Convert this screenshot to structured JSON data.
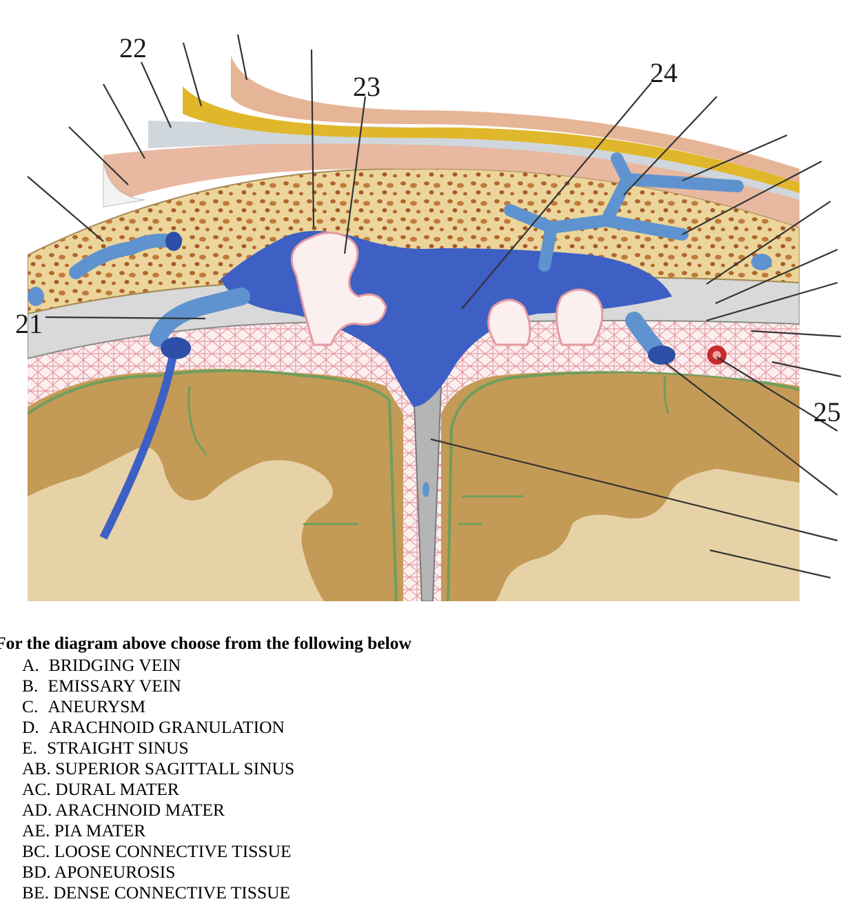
{
  "diagram": {
    "callouts": [
      {
        "id": "21",
        "text": "21"
      },
      {
        "id": "22",
        "text": "22"
      },
      {
        "id": "23",
        "text": "23"
      },
      {
        "id": "24",
        "text": "24"
      },
      {
        "id": "25",
        "text": "25"
      }
    ],
    "colors": {
      "scalp_skin": "#e8b8a0",
      "aponeurosis_yellow": "#e0b72a",
      "bone": "#ecd59a",
      "bone_marrow_spots": "#b0662e",
      "venous_blue": "#3e5fc4",
      "vein_light_blue": "#5f93cf",
      "arachnoid_pink": "#e49aa0",
      "pia_green": "#6f9e5c",
      "cortex_tan": "#c49a57",
      "white_matter": "#e7d2a8",
      "artery_red": "#c82b2b"
    }
  },
  "question": {
    "prompt": "For the diagram above choose from the following below",
    "options": [
      {
        "letter": "A.",
        "text": "BRIDGING VEIN"
      },
      {
        "letter": "B.",
        "text": "EMISSARY VEIN"
      },
      {
        "letter": "C.",
        "text": "ANEURYSM"
      },
      {
        "letter": "D.",
        "text": "ARACHNOID GRANULATION"
      },
      {
        "letter": "E.",
        "text": "STRAIGHT SINUS"
      },
      {
        "letter": "AB.",
        "text": "SUPERIOR SAGITTALL SINUS"
      },
      {
        "letter": "AC.",
        "text": "DURAL MATER"
      },
      {
        "letter": "AD.",
        "text": "ARACHNOID MATER"
      },
      {
        "letter": "AE.",
        "text": "PIA MATER"
      },
      {
        "letter": "BC.",
        "text": "LOOSE CONNECTIVE TISSUE"
      },
      {
        "letter": "BD.",
        "text": "APONEUROSIS"
      },
      {
        "letter": "BE.",
        "text": "DENSE CONNECTIVE TISSUE"
      }
    ]
  }
}
